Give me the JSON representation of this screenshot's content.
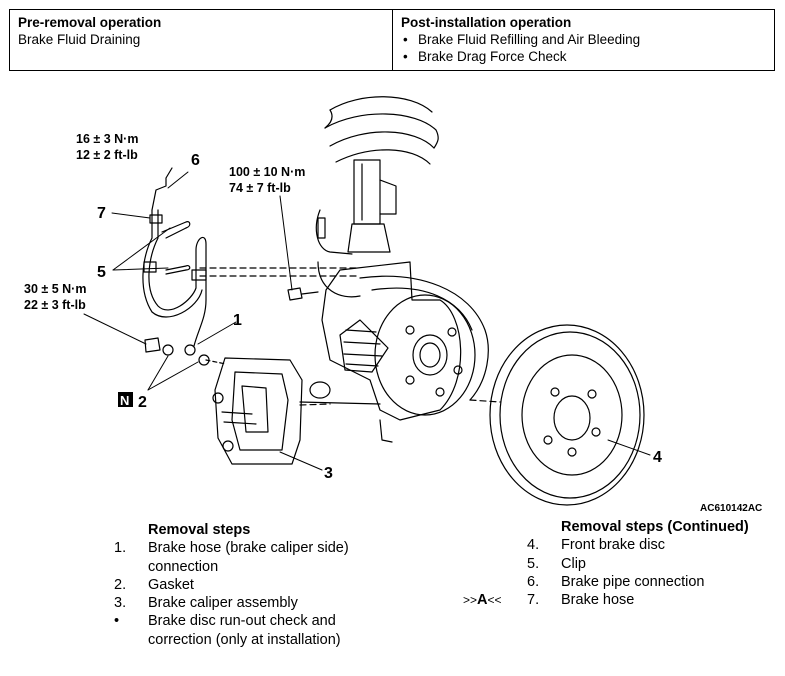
{
  "ops": {
    "pre_heading": "Pre-removal operation",
    "pre_item": "Brake Fluid Draining",
    "post_heading": "Post-installation operation",
    "post_items": [
      "Brake Fluid Refilling and Air Bleeding",
      "Brake Drag Force Check"
    ]
  },
  "diagram": {
    "torque_6_nm": "16 ± 3 N·m",
    "torque_6_ftlb": "12 ± 2 ft-lb",
    "torque_center_nm": "100 ± 10 N·m",
    "torque_center_ftlb": "74 ± 7 ft-lb",
    "torque_left_nm": "30 ± 5 N·m",
    "torque_left_ftlb": "22 ± 3 ft-lb",
    "callouts": [
      "1",
      "2",
      "3",
      "4",
      "5",
      "6",
      "7"
    ],
    "n_badge": "N",
    "figure_code": "AC610142AC"
  },
  "removal_steps": {
    "heading": "Removal steps",
    "items": [
      {
        "num": "1.",
        "text": "Brake hose (brake caliper side)"
      },
      {
        "num": "",
        "text": "connection"
      },
      {
        "num": "2.",
        "text": "Gasket"
      },
      {
        "num": "3.",
        "text": "Brake caliper assembly"
      },
      {
        "num": "•",
        "text": "Brake disc run-out check and"
      },
      {
        "num": "",
        "text": "correction (only at installation)"
      }
    ]
  },
  "removal_steps_continued": {
    "heading": "Removal steps (Continued)",
    "items": [
      {
        "num": "4.",
        "text": "Front brake disc"
      },
      {
        "num": "5.",
        "text": "Clip"
      },
      {
        "num": "6.",
        "text": "Brake pipe connection"
      },
      {
        "num": "7.",
        "text": "Brake hose"
      }
    ],
    "marker_prefix": ">>",
    "marker_letter": "A",
    "marker_suffix": "<<"
  }
}
